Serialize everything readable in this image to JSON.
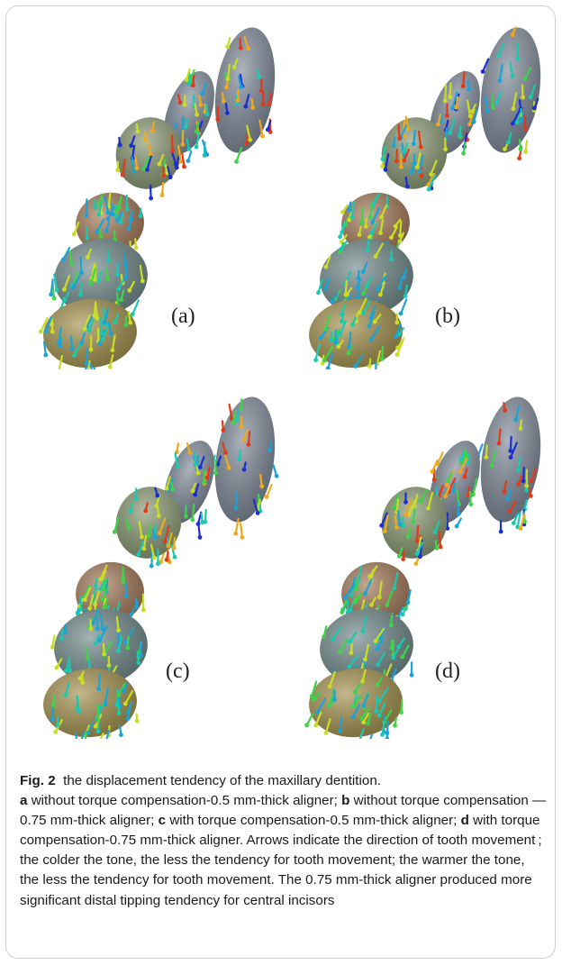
{
  "figure": {
    "panels": [
      {
        "label": "(a)",
        "icon": "tooth-displacement-illustration"
      },
      {
        "label": "(b)",
        "icon": "tooth-displacement-illustration"
      },
      {
        "label": "(c)",
        "icon": "tooth-displacement-illustration"
      },
      {
        "label": "(d)",
        "icon": "tooth-displacement-illustration"
      }
    ],
    "arrow_colors": [
      "#1b2fd0",
      "#1aa3d6",
      "#19c9b0",
      "#3fd24a",
      "#c9de23",
      "#f0a91c",
      "#e2391b"
    ],
    "tooth_colors": [
      "#7f8a99",
      "#8a9a74",
      "#a57b5a",
      "#728a8a",
      "#a4924f"
    ]
  },
  "caption": {
    "fig_label": "Fig. 2",
    "title": "the displacement tendency of the maxillary dentition.",
    "a_label": "a",
    "a_text": "without torque compensation-0.5 mm-thick aligner;",
    "b_label": "b",
    "b_text": "without torque compensation — 0.75 mm-thick aligner;",
    "c_label": "c",
    "c_text": "with torque compensation-0.5 mm-thick aligner;",
    "d_label": "d",
    "d_text": "with torque compensation-0.75 mm-thick aligner. Arrows indicate the direction of tooth movement ; the colder the tone, the less the tendency for tooth movement; the warmer the tone, the less the tendency for tooth movement. The 0.75 mm-thick aligner produced more significant distal tipping tendency for central incisors"
  }
}
